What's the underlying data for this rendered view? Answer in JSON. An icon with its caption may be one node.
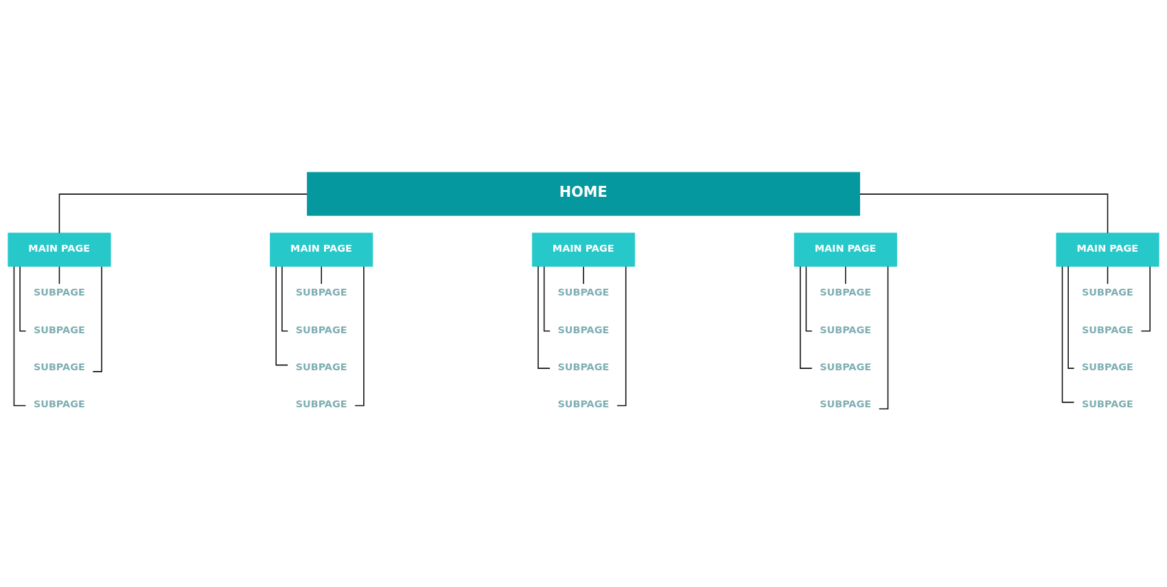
{
  "diagram": {
    "nodes": [
      {
        "text": [
          "HOME"
        ]
      },
      {
        "text": [
          "MAIN PAGE"
        ]
      },
      {
        "text": [
          "MAIN PAGE"
        ]
      },
      {
        "text": [
          "MAIN PAGE"
        ]
      },
      {
        "text": [
          "MAIN PAGE"
        ]
      },
      {
        "text": [
          "MAIN PAGE"
        ]
      },
      {
        "text": [
          "SUBPAGE"
        ]
      },
      {
        "text": [
          "SUBPAGE"
        ]
      },
      {
        "text": [
          "SUBPAGE"
        ]
      },
      {
        "text": [
          "SUBPAGE"
        ]
      },
      {
        "text": [
          "SUBPAGE"
        ]
      },
      {
        "text": [
          "SUBPAGE"
        ]
      },
      {
        "text": [
          "SUBPAGE"
        ]
      },
      {
        "text": [
          "SUBPAGE"
        ]
      },
      {
        "text": [
          "SUBPAGE"
        ]
      },
      {
        "text": [
          "SUBPAGE"
        ]
      },
      {
        "text": [
          "SUBPAGE"
        ]
      },
      {
        "text": [
          "SUBPAGE"
        ]
      },
      {
        "text": [
          "SUBPAGE"
        ]
      },
      {
        "text": [
          "SUBPAGE"
        ]
      },
      {
        "text": [
          "SUBPAGE"
        ]
      },
      {
        "text": [
          "SUBPAGE"
        ]
      },
      {
        "text": [
          "SUBPAGE"
        ]
      },
      {
        "text": [
          "SUBPAGE"
        ]
      },
      {
        "text": [
          "SUBPAGE"
        ]
      },
      {
        "text": [
          "SUBPAGE"
        ]
      }
    ],
    "edges": [
      {
        "from": 0,
        "to": 1,
        "arrow": "none"
      },
      {
        "from": 0,
        "to": 5,
        "arrow": "none"
      },
      {
        "from": 1,
        "to": 6,
        "arrow": "none"
      },
      {
        "from": 1,
        "to": 7,
        "arrow": "none"
      },
      {
        "from": 1,
        "to": 8,
        "arrow": "none"
      },
      {
        "from": 1,
        "to": 9,
        "arrow": "none"
      },
      {
        "from": 2,
        "to": 10,
        "arrow": "none"
      },
      {
        "from": 2,
        "to": 11,
        "arrow": "none"
      },
      {
        "from": 2,
        "to": 12,
        "arrow": "none"
      },
      {
        "from": 2,
        "to": 13,
        "arrow": "none"
      },
      {
        "from": 3,
        "to": 14,
        "arrow": "none"
      },
      {
        "from": 3,
        "to": 15,
        "arrow": "none"
      },
      {
        "from": 3,
        "to": 16,
        "arrow": "none"
      },
      {
        "from": 3,
        "to": 17,
        "arrow": "none"
      },
      {
        "from": 4,
        "to": 18,
        "arrow": "none"
      },
      {
        "from": 4,
        "to": 19,
        "arrow": "none"
      },
      {
        "from": 4,
        "to": 20,
        "arrow": "none"
      },
      {
        "from": 4,
        "to": 21,
        "arrow": "none"
      },
      {
        "from": 5,
        "to": 22,
        "arrow": "none"
      },
      {
        "from": 5,
        "to": 23,
        "arrow": "none"
      },
      {
        "from": 5,
        "to": 24,
        "arrow": "none"
      },
      {
        "from": 5,
        "to": 25,
        "arrow": "none"
      }
    ]
  }
}
